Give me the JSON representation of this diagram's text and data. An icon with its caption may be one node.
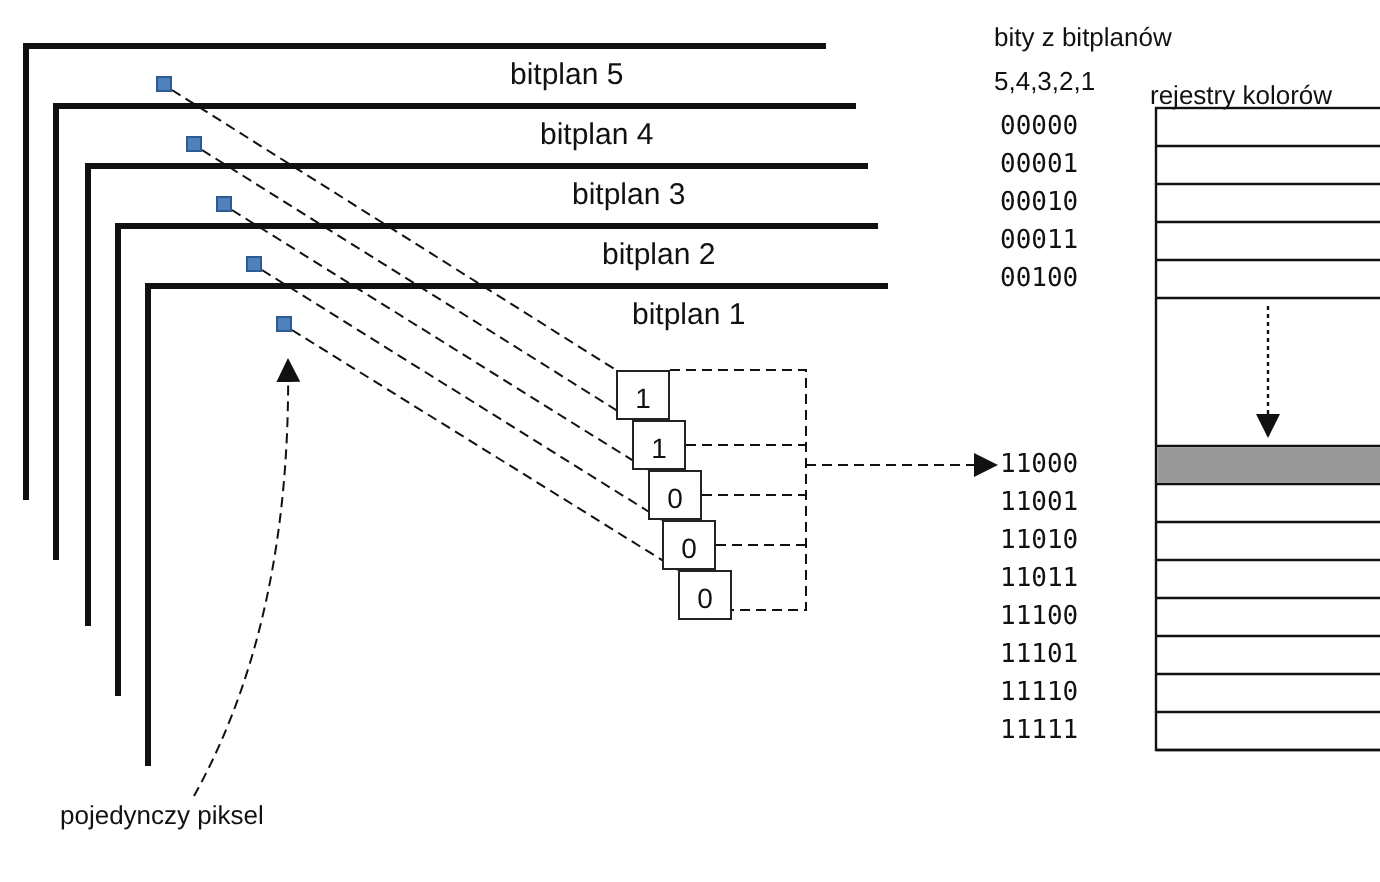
{
  "diagram": {
    "nodes": [
      {
        "text": [
          "bitplan 5"
        ]
      },
      {
        "text": [
          "bitplan 4"
        ]
      },
      {
        "text": [
          "bitplan 3"
        ]
      },
      {
        "text": [
          "bitplan 2"
        ]
      },
      {
        "text": [
          "bitplan 1"
        ]
      },
      {
        "text": [],
        "shape": "box"
      },
      {
        "text": [],
        "shape": "box"
      },
      {
        "text": [],
        "shape": "box"
      },
      {
        "text": [],
        "shape": "box"
      },
      {
        "text": [],
        "shape": "box"
      },
      {
        "text": [
          "1"
        ]
      },
      {
        "text": [
          "1"
        ]
      },
      {
        "text": [
          "0"
        ]
      },
      {
        "text": [
          "0"
        ]
      },
      {
        "text": [
          "0"
        ]
      },
      {
        "text": [
          "11000"
        ]
      },
      {
        "text": [
          "pojedynczy piksel"
        ]
      }
    ],
    "edges": [
      {
        "from": 5,
        "to": 10,
        "arrow": "none",
        "style": "dashed"
      },
      {
        "from": 6,
        "to": 11,
        "arrow": "none",
        "style": "dashed"
      },
      {
        "from": 7,
        "to": 12,
        "arrow": "none",
        "style": "dashed"
      },
      {
        "from": 8,
        "to": 13,
        "arrow": "none",
        "style": "dashed"
      },
      {
        "from": 9,
        "to": 14,
        "arrow": "none",
        "style": "dashed"
      },
      {
        "from": 10,
        "to": 15,
        "arrow": "to",
        "style": "dashed"
      },
      {
        "from": 11,
        "to": 15,
        "arrow": "to",
        "style": "dashed"
      },
      {
        "from": 12,
        "to": 15,
        "arrow": "to",
        "style": "dashed"
      },
      {
        "from": 13,
        "to": 15,
        "arrow": "to",
        "style": "dashed"
      },
      {
        "from": 14,
        "to": 15,
        "arrow": "to",
        "style": "dashed"
      },
      {
        "from": 16,
        "to": 9,
        "arrow": "to",
        "style": "dashed"
      }
    ],
    "labels": [
      "bity z bitplanów",
      "5,4,3,2,1",
      "rejestry kolorów",
      "00000",
      "00001",
      "00010",
      "00011",
      "00100",
      "11001",
      "11010",
      "11011",
      "11100",
      "11101",
      "11110",
      "11111"
    ]
  }
}
